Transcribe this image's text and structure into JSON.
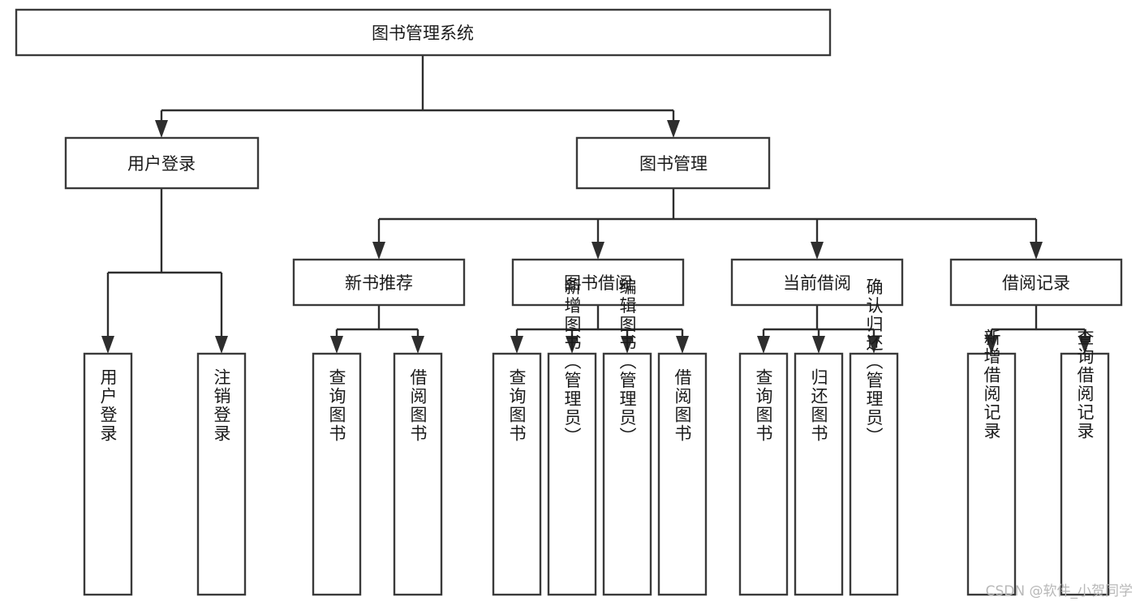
{
  "diagram": {
    "type": "tree-hierarchy-chart",
    "title": "图书管理系统",
    "root": {
      "id": "root",
      "label": "图书管理系统",
      "orientation": "horizontal"
    },
    "level2": [
      {
        "id": "user-login",
        "label": "用户登录",
        "orientation": "horizontal"
      },
      {
        "id": "book-manage",
        "label": "图书管理",
        "orientation": "horizontal"
      }
    ],
    "level3": [
      {
        "id": "new-book-recommend",
        "label": "新书推荐",
        "orientation": "horizontal",
        "parent": "book-manage"
      },
      {
        "id": "book-borrow",
        "label": "图书借阅",
        "orientation": "horizontal",
        "parent": "book-manage"
      },
      {
        "id": "current-borrow",
        "label": "当前借阅",
        "orientation": "horizontal",
        "parent": "book-manage"
      },
      {
        "id": "borrow-record",
        "label": "借阅记录",
        "orientation": "horizontal",
        "parent": "book-manage"
      }
    ],
    "leaves": [
      {
        "id": "leaf-user-login",
        "label": "用户登录",
        "orientation": "vertical",
        "parent": "user-login"
      },
      {
        "id": "leaf-logout-login",
        "label": "注销登录",
        "orientation": "vertical",
        "parent": "user-login"
      },
      {
        "id": "leaf-query-book-1",
        "label": "查询图书",
        "orientation": "vertical",
        "parent": "new-book-recommend"
      },
      {
        "id": "leaf-borrow-book-1",
        "label": "借阅图书",
        "orientation": "vertical",
        "parent": "new-book-recommend"
      },
      {
        "id": "leaf-query-book-2",
        "label": "查询图书",
        "orientation": "vertical",
        "parent": "book-borrow"
      },
      {
        "id": "leaf-add-book-admin",
        "label": "新增图书（管理员）",
        "orientation": "vertical",
        "parent": "book-borrow"
      },
      {
        "id": "leaf-edit-book-admin",
        "label": "编辑图书（管理员）",
        "orientation": "vertical",
        "parent": "book-borrow"
      },
      {
        "id": "leaf-borrow-book-2",
        "label": "借阅图书",
        "orientation": "vertical",
        "parent": "book-borrow"
      },
      {
        "id": "leaf-query-book-3",
        "label": "查询图书",
        "orientation": "vertical",
        "parent": "current-borrow"
      },
      {
        "id": "leaf-return-book",
        "label": "归还图书",
        "orientation": "vertical",
        "parent": "current-borrow"
      },
      {
        "id": "leaf-confirm-return",
        "label": "确认归还（管理员）",
        "orientation": "vertical",
        "parent": "current-borrow"
      },
      {
        "id": "leaf-add-record",
        "label": "新增借阅记录",
        "orientation": "vertical",
        "parent": "borrow-record"
      },
      {
        "id": "leaf-query-record",
        "label": "查询借阅记录",
        "orientation": "vertical",
        "parent": "borrow-record"
      }
    ]
  },
  "watermark": {
    "text": "CSDN @软件_小贺同学"
  },
  "colors": {
    "box_stroke": "#3a3a3a",
    "connector": "#2e2e2e",
    "label": "#1a1a1a",
    "background": "#ffffff",
    "watermark": "#b8b8b8"
  }
}
